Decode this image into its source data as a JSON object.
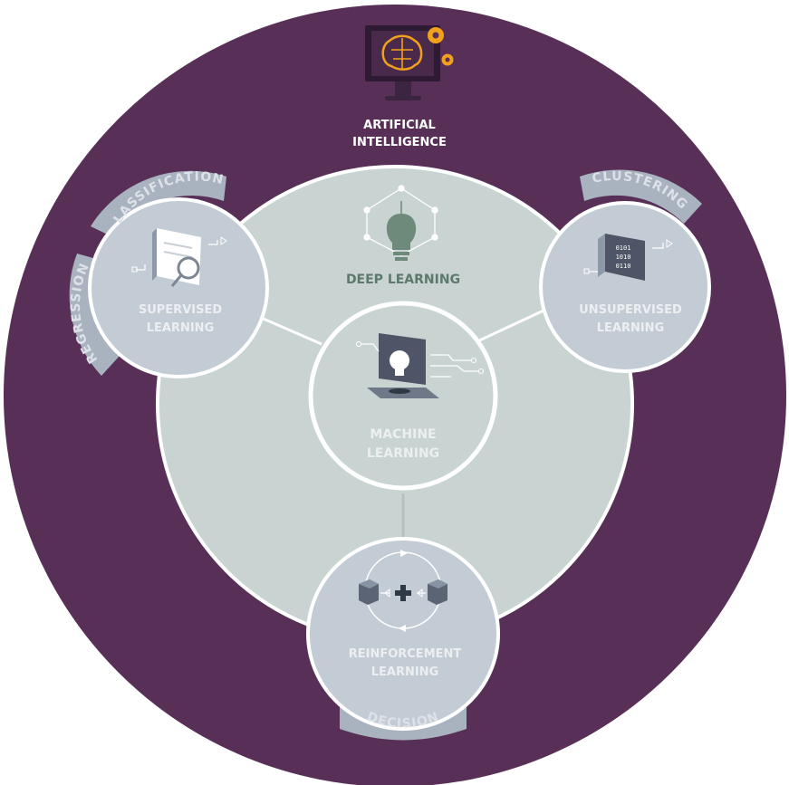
{
  "diagram": {
    "outer": {
      "label_line1": "ARTIFICIAL",
      "label_line2": "INTELLIGENCE",
      "icon": "computer-brain-gears-icon"
    },
    "deep_learning": {
      "label": "DEEP LEARNING",
      "icon": "neural-network-lightbulb-icon"
    },
    "machine_learning": {
      "label_line1": "MACHINE",
      "label_line2": "LEARNING",
      "icon": "laptop-lightbulb-circuit-icon"
    },
    "supervised": {
      "label_line1": "SUPERVISED",
      "label_line2": "LEARNING",
      "icon": "book-magnifier-icon",
      "tab_top": "CLASSIFICATION",
      "tab_left": "REGRESSION"
    },
    "unsupervised": {
      "label_line1": "UNSUPERVISED",
      "label_line2": "LEARNING",
      "icon": "binary-panel-icon",
      "tab_top": "CLUSTERING"
    },
    "reinforcement": {
      "label_line1": "REINFORCEMENT",
      "label_line2": "LEARNING",
      "icon": "agent-environment-cycle-icon",
      "tab_bottom": "DECISION"
    }
  },
  "colors": {
    "purple": "#572f57",
    "panel": "#c9d3d2",
    "node": "#c3cbd4",
    "tab": "#a9b2bf",
    "tab_text": "#dde2e8",
    "node_text": "#eceff2",
    "deep_text": "#5b7a6c",
    "white": "#ffffff",
    "gear": "#f2a11a"
  }
}
